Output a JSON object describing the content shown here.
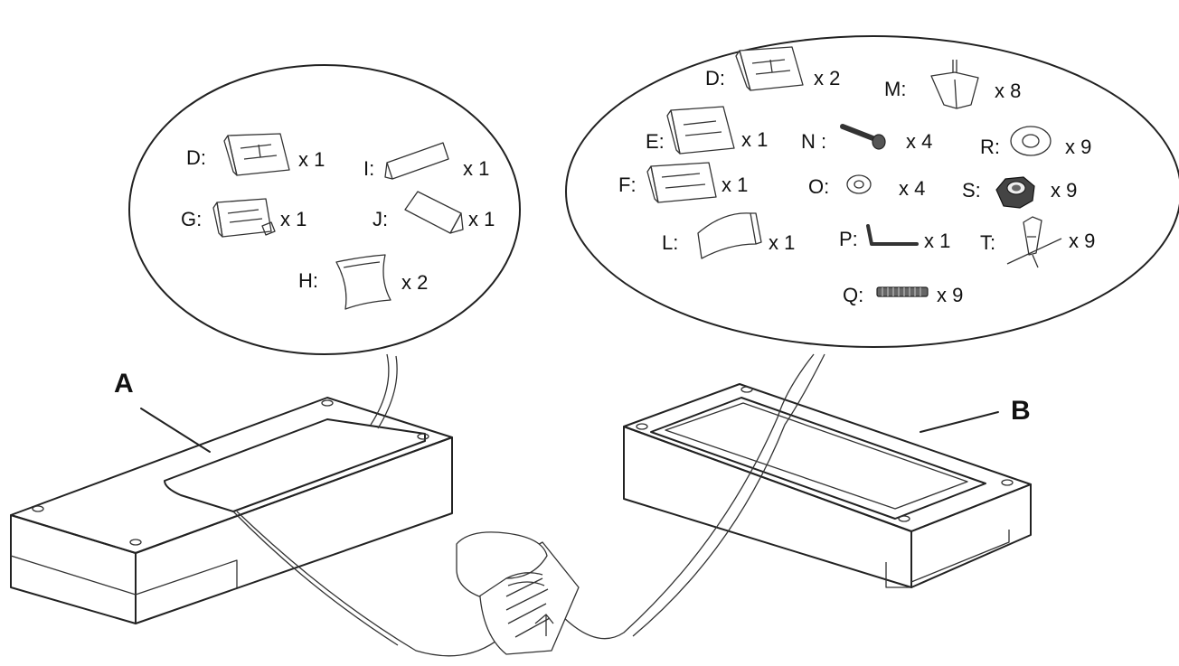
{
  "callout_left": {
    "parts": [
      {
        "letter": "D:",
        "qty": "x 1",
        "icon": "cushion-icon"
      },
      {
        "letter": "I:",
        "qty": "x 1",
        "icon": "wedge-block-icon"
      },
      {
        "letter": "G:",
        "qty": "x 1",
        "icon": "cushion-with-tag-icon"
      },
      {
        "letter": "J:",
        "qty": "x 1",
        "icon": "wedge-block-icon"
      },
      {
        "letter": "H:",
        "qty": "x 2",
        "icon": "pillow-icon"
      }
    ]
  },
  "callout_right": {
    "parts": [
      {
        "letter": "D:",
        "qty": "x 2",
        "icon": "cushion-icon"
      },
      {
        "letter": "M:",
        "qty": "x 8",
        "icon": "tapered-leg-icon"
      },
      {
        "letter": "E:",
        "qty": "x 1",
        "icon": "cushion-icon"
      },
      {
        "letter": "N :",
        "qty": "x 4",
        "icon": "bolt-icon"
      },
      {
        "letter": "R:",
        "qty": "x 9",
        "icon": "washer-icon"
      },
      {
        "letter": "F:",
        "qty": "x 1",
        "icon": "cushion-icon"
      },
      {
        "letter": "O:",
        "qty": "x 4",
        "icon": "small-washer-icon"
      },
      {
        "letter": "S:",
        "qty": "x 9",
        "icon": "nut-icon"
      },
      {
        "letter": "L:",
        "qty": "x 1",
        "icon": "curved-block-icon"
      },
      {
        "letter": "P:",
        "qty": "x 1",
        "icon": "allen-key-icon"
      },
      {
        "letter": "T:",
        "qty": "x 9",
        "icon": "bracket-icon"
      },
      {
        "letter": "Q:",
        "qty": "x 9",
        "icon": "threaded-rod-icon"
      }
    ]
  },
  "boxes": {
    "left_label": "A",
    "right_label": "B"
  },
  "colors": {
    "line": "#222222",
    "paper": "#ffffff"
  }
}
